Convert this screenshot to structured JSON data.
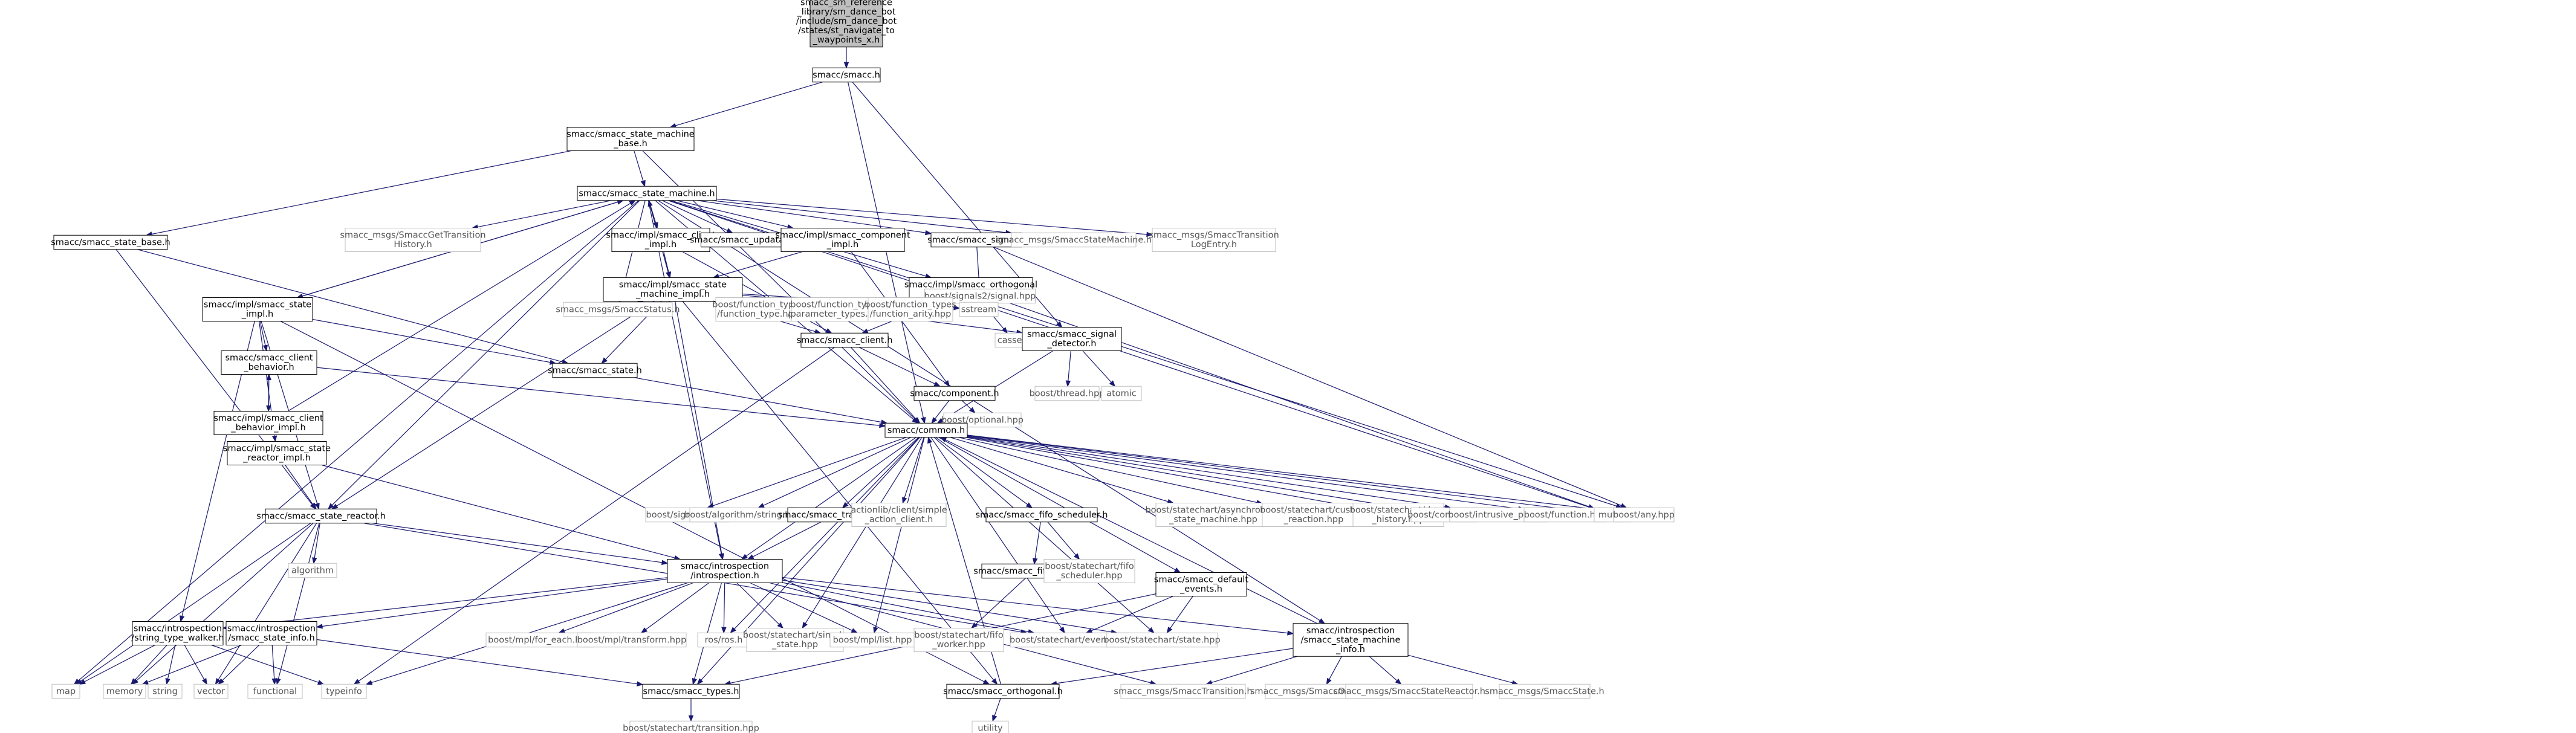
{
  "graph": {
    "title": "",
    "nodes": [
      {
        "id": "root",
        "kind": "root",
        "label": [
          "smacc_sm_reference",
          "_library/sm_dance_bot",
          "/include/sm_dance_bot",
          "/states/st_navigate_to",
          "_waypoints_x.h"
        ]
      },
      {
        "id": "smacc_h",
        "kind": "file",
        "label": [
          "smacc/smacc.h"
        ]
      },
      {
        "id": "sm_base",
        "kind": "file",
        "label": [
          "smacc/smacc_state_machine",
          "_base.h"
        ]
      },
      {
        "id": "sm",
        "kind": "file",
        "label": [
          "smacc/smacc_state_machine.h"
        ]
      },
      {
        "id": "state_base",
        "kind": "file",
        "label": [
          "smacc/smacc_state_base.h"
        ]
      },
      {
        "id": "msg_gettrans",
        "kind": "ext",
        "label": [
          "smacc_msgs/SmaccGetTransition",
          "History.h"
        ]
      },
      {
        "id": "client_impl",
        "kind": "file",
        "label": [
          "smacc/impl/smacc_client",
          "_impl.h"
        ]
      },
      {
        "id": "updatable",
        "kind": "file",
        "label": [
          "smacc/smacc_updatable.h"
        ]
      },
      {
        "id": "comp_impl",
        "kind": "file",
        "label": [
          "smacc/impl/smacc_component",
          "_impl.h"
        ]
      },
      {
        "id": "signal_h",
        "kind": "file",
        "label": [
          "smacc/smacc_signal.h"
        ]
      },
      {
        "id": "msg_statemachine",
        "kind": "ext",
        "label": [
          "smacc_msgs/SmaccStateMachine.h"
        ]
      },
      {
        "id": "msg_translog",
        "kind": "ext",
        "label": [
          "smacc_msgs/SmaccTransition",
          "LogEntry.h"
        ]
      },
      {
        "id": "sm_impl",
        "kind": "file",
        "label": [
          "smacc/impl/smacc_state",
          "_machine_impl.h"
        ]
      },
      {
        "id": "orth_impl",
        "kind": "file",
        "label": [
          "smacc/impl/smacc_orthogonal",
          "_impl.h"
        ]
      },
      {
        "id": "signals2_signal",
        "kind": "ext",
        "label": [
          "boost/signals2/signal.hpp"
        ]
      },
      {
        "id": "state_impl",
        "kind": "file",
        "label": [
          "smacc/impl/smacc_state",
          "_impl.h"
        ]
      },
      {
        "id": "msg_status",
        "kind": "ext",
        "label": [
          "smacc_msgs/SmaccStatus.h"
        ]
      },
      {
        "id": "ft_type",
        "kind": "ext",
        "label": [
          "boost/function_types",
          "/function_type.hpp"
        ]
      },
      {
        "id": "ft_param",
        "kind": "ext",
        "label": [
          "boost/function_types",
          "/parameter_types.hpp"
        ]
      },
      {
        "id": "ft_arity",
        "kind": "ext",
        "label": [
          "boost/function_types",
          "/function_arity.hpp"
        ]
      },
      {
        "id": "sstream",
        "kind": "ext",
        "label": [
          "sstream"
        ]
      },
      {
        "id": "cassert",
        "kind": "ext",
        "label": [
          "cassert"
        ]
      },
      {
        "id": "signal_detector",
        "kind": "file",
        "label": [
          "smacc/smacc_signal",
          "_detector.h"
        ]
      },
      {
        "id": "client_h",
        "kind": "file",
        "label": [
          "smacc/smacc_client.h"
        ]
      },
      {
        "id": "state_h",
        "kind": "file",
        "label": [
          "smacc/smacc_state.h"
        ]
      },
      {
        "id": "client_behavior",
        "kind": "file",
        "label": [
          "smacc/smacc_client",
          "_behavior.h"
        ]
      },
      {
        "id": "component_h",
        "kind": "file",
        "label": [
          "smacc/component.h"
        ]
      },
      {
        "id": "thread",
        "kind": "ext",
        "label": [
          "boost/thread.hpp"
        ]
      },
      {
        "id": "atomic",
        "kind": "ext",
        "label": [
          "atomic"
        ]
      },
      {
        "id": "optional",
        "kind": "ext",
        "label": [
          "boost/optional.hpp"
        ]
      },
      {
        "id": "cb_impl",
        "kind": "file",
        "label": [
          "smacc/impl/smacc_client",
          "_behavior_impl.h"
        ]
      },
      {
        "id": "reactor_impl",
        "kind": "file",
        "label": [
          "smacc/impl/smacc_state",
          "_reactor_impl.h"
        ]
      },
      {
        "id": "common",
        "kind": "file",
        "label": [
          "smacc/common.h"
        ]
      },
      {
        "id": "reactor",
        "kind": "file",
        "label": [
          "smacc/smacc_state_reactor.h"
        ]
      },
      {
        "id": "signals2",
        "kind": "ext",
        "label": [
          "boost/signals2.hpp"
        ]
      },
      {
        "id": "algostring",
        "kind": "ext",
        "label": [
          "boost/algorithm/string.hpp"
        ]
      },
      {
        "id": "transition_h",
        "kind": "file",
        "label": [
          "smacc/smacc_transition.h"
        ]
      },
      {
        "id": "simple_action",
        "kind": "ext",
        "label": [
          "actionlib/client/simple",
          "_action_client.h"
        ]
      },
      {
        "id": "fifo_sched",
        "kind": "file",
        "label": [
          "smacc/smacc_fifo_scheduler.h"
        ]
      },
      {
        "id": "async_sm",
        "kind": "ext",
        "label": [
          "boost/statechart/asynchronous",
          "_state_machine.hpp"
        ]
      },
      {
        "id": "custom_react",
        "kind": "ext",
        "label": [
          "boost/statechart/custom",
          "_reaction.hpp"
        ]
      },
      {
        "id": "deep_hist",
        "kind": "ext",
        "label": [
          "boost/statechart/deep",
          "_history.hpp"
        ]
      },
      {
        "id": "config",
        "kind": "ext",
        "label": [
          "boost/config.hpp"
        ]
      },
      {
        "id": "intrusive",
        "kind": "ext",
        "label": [
          "boost/intrusive_ptr.hpp"
        ]
      },
      {
        "id": "bfunction",
        "kind": "ext",
        "label": [
          "boost/function.hpp"
        ]
      },
      {
        "id": "mutex",
        "kind": "ext",
        "label": [
          "mutex"
        ]
      },
      {
        "id": "anyhpp",
        "kind": "ext",
        "label": [
          "boost/any.hpp"
        ]
      },
      {
        "id": "algorithm",
        "kind": "ext",
        "label": [
          "algorithm"
        ]
      },
      {
        "id": "introspection",
        "kind": "file",
        "label": [
          "smacc/introspection",
          "/introspection.h"
        ]
      },
      {
        "id": "fifo_worker",
        "kind": "file",
        "label": [
          "smacc/smacc_fifo_worker.h"
        ]
      },
      {
        "id": "fifo_sched_hpp",
        "kind": "ext",
        "label": [
          "boost/statechart/fifo",
          "_scheduler.hpp"
        ]
      },
      {
        "id": "default_events",
        "kind": "file",
        "label": [
          "smacc/smacc_default",
          "_events.h"
        ]
      },
      {
        "id": "walker",
        "kind": "file",
        "label": [
          "smacc/introspection",
          "/string_type_walker.h"
        ]
      },
      {
        "id": "state_info",
        "kind": "file",
        "label": [
          "smacc/introspection",
          "/smacc_state_info.h"
        ]
      },
      {
        "id": "for_each",
        "kind": "ext",
        "label": [
          "boost/mpl/for_each.hpp"
        ]
      },
      {
        "id": "mpl_transform",
        "kind": "ext",
        "label": [
          "boost/mpl/transform.hpp"
        ]
      },
      {
        "id": "rosros",
        "kind": "ext",
        "label": [
          "ros/ros.h"
        ]
      },
      {
        "id": "simple_state",
        "kind": "ext",
        "label": [
          "boost/statechart/simple",
          "_state.hpp"
        ]
      },
      {
        "id": "mpl_list",
        "kind": "ext",
        "label": [
          "boost/mpl/list.hpp"
        ]
      },
      {
        "id": "fifo_worker_hpp",
        "kind": "ext",
        "label": [
          "boost/statechart/fifo",
          "_worker.hpp"
        ]
      },
      {
        "id": "event_hpp",
        "kind": "ext",
        "label": [
          "boost/statechart/event.hpp"
        ]
      },
      {
        "id": "state_hpp",
        "kind": "ext",
        "label": [
          "boost/statechart/state.hpp"
        ]
      },
      {
        "id": "sm_info",
        "kind": "file",
        "label": [
          "smacc/introspection",
          "/smacc_state_machine",
          "_info.h"
        ]
      },
      {
        "id": "map",
        "kind": "ext",
        "label": [
          "map"
        ]
      },
      {
        "id": "memory",
        "kind": "ext",
        "label": [
          "memory"
        ]
      },
      {
        "id": "string",
        "kind": "ext",
        "label": [
          "string"
        ]
      },
      {
        "id": "vector",
        "kind": "ext",
        "label": [
          "vector"
        ]
      },
      {
        "id": "functional",
        "kind": "ext",
        "label": [
          "functional"
        ]
      },
      {
        "id": "typeinfo",
        "kind": "ext",
        "label": [
          "typeinfo"
        ]
      },
      {
        "id": "types_h",
        "kind": "file",
        "label": [
          "smacc/smacc_types.h"
        ]
      },
      {
        "id": "orthogonal_h",
        "kind": "file",
        "label": [
          "smacc/smacc_orthogonal.h"
        ]
      },
      {
        "id": "msg_transition",
        "kind": "ext",
        "label": [
          "smacc_msgs/SmaccTransition.h"
        ]
      },
      {
        "id": "msg_orthogonal",
        "kind": "ext",
        "label": [
          "smacc_msgs/SmaccOrthogonal.h"
        ]
      },
      {
        "id": "msg_reactor",
        "kind": "ext",
        "label": [
          "smacc_msgs/SmaccStateReactor.h"
        ]
      },
      {
        "id": "msg_state",
        "kind": "ext",
        "label": [
          "smacc_msgs/SmaccState.h"
        ]
      },
      {
        "id": "transition_hpp",
        "kind": "ext",
        "label": [
          "boost/statechart/transition.hpp"
        ]
      },
      {
        "id": "utility",
        "kind": "ext",
        "label": [
          "utility"
        ]
      }
    ],
    "edges": [
      [
        "root",
        "smacc_h"
      ],
      [
        "smacc_h",
        "sm_base"
      ],
      [
        "smacc_h",
        "common"
      ],
      [
        "smacc_h",
        "signal_detector"
      ],
      [
        "sm_base",
        "sm"
      ],
      [
        "sm_base",
        "state_base"
      ],
      [
        "sm_base",
        "common"
      ],
      [
        "sm",
        "msg_gettrans"
      ],
      [
        "sm",
        "client_impl"
      ],
      [
        "sm",
        "updatable"
      ],
      [
        "sm",
        "comp_impl"
      ],
      [
        "sm",
        "signal_h"
      ],
      [
        "sm",
        "msg_statemachine"
      ],
      [
        "sm",
        "msg_translog"
      ],
      [
        "sm",
        "orth_impl"
      ],
      [
        "sm",
        "state_impl"
      ],
      [
        "sm",
        "msg_status"
      ],
      [
        "sm",
        "common"
      ],
      [
        "sm",
        "introspection"
      ],
      [
        "sm",
        "sm_info"
      ],
      [
        "sm",
        "map"
      ],
      [
        "sm",
        "mutex"
      ],
      [
        "sm",
        "anyhpp"
      ],
      [
        "sm",
        "reactor"
      ],
      [
        "sm",
        "sm_impl"
      ],
      [
        "client_impl",
        "sm_impl"
      ],
      [
        "client_impl",
        "client_h"
      ],
      [
        "comp_impl",
        "sm_impl"
      ],
      [
        "comp_impl",
        "component_h"
      ],
      [
        "signal_h",
        "signals2_signal"
      ],
      [
        "signal_h",
        "anyhpp"
      ],
      [
        "orth_impl",
        "client_h"
      ],
      [
        "orth_impl",
        "cassert"
      ],
      [
        "orth_impl",
        "mutex"
      ],
      [
        "sm_impl",
        "sm"
      ],
      [
        "sm_impl",
        "msg_status"
      ],
      [
        "sm_impl",
        "ft_type"
      ],
      [
        "sm_impl",
        "ft_param"
      ],
      [
        "sm_impl",
        "ft_arity"
      ],
      [
        "sm_impl",
        "sstream"
      ],
      [
        "sm_impl",
        "client_h"
      ],
      [
        "sm_impl",
        "state_h"
      ],
      [
        "sm_impl",
        "signal_detector"
      ],
      [
        "sm_impl",
        "introspection"
      ],
      [
        "sm_impl",
        "orthogonal_h"
      ],
      [
        "sm_impl",
        "reactor"
      ],
      [
        "state_impl",
        "sm"
      ],
      [
        "state_impl",
        "state_h"
      ],
      [
        "state_impl",
        "client_behavior"
      ],
      [
        "state_impl",
        "reactor_impl"
      ],
      [
        "state_impl",
        "reactor"
      ],
      [
        "state_impl",
        "walker"
      ],
      [
        "state_impl",
        "orthogonal_h"
      ],
      [
        "state_base",
        "state_h"
      ],
      [
        "state_base",
        "reactor"
      ],
      [
        "signal_detector",
        "common"
      ],
      [
        "signal_detector",
        "thread"
      ],
      [
        "signal_detector",
        "atomic"
      ],
      [
        "client_h",
        "common"
      ],
      [
        "client_h",
        "component_h"
      ],
      [
        "client_h",
        "typeinfo"
      ],
      [
        "state_h",
        "common"
      ],
      [
        "client_behavior",
        "common"
      ],
      [
        "client_behavior",
        "cb_impl"
      ],
      [
        "cb_impl",
        "client_behavior"
      ],
      [
        "cb_impl",
        "sm"
      ],
      [
        "component_h",
        "common"
      ],
      [
        "component_h",
        "optional"
      ],
      [
        "reactor_impl",
        "reactor"
      ],
      [
        "reactor_impl",
        "introspection"
      ],
      [
        "common",
        "signals2"
      ],
      [
        "common",
        "algostring"
      ],
      [
        "common",
        "transition_h"
      ],
      [
        "common",
        "simple_action"
      ],
      [
        "common",
        "fifo_sched"
      ],
      [
        "common",
        "default_events"
      ],
      [
        "common",
        "async_sm"
      ],
      [
        "common",
        "custom_react"
      ],
      [
        "common",
        "deep_hist"
      ],
      [
        "common",
        "config"
      ],
      [
        "common",
        "intrusive"
      ],
      [
        "common",
        "bfunction"
      ],
      [
        "common",
        "mutex"
      ],
      [
        "common",
        "anyhpp"
      ],
      [
        "common",
        "introspection"
      ],
      [
        "common",
        "rosros"
      ],
      [
        "common",
        "simple_state"
      ],
      [
        "common",
        "mpl_list"
      ],
      [
        "common",
        "event_hpp"
      ],
      [
        "common",
        "state_hpp"
      ],
      [
        "common",
        "types_h"
      ],
      [
        "transition_h",
        "introspection"
      ],
      [
        "fifo_sched",
        "fifo_worker"
      ],
      [
        "fifo_sched",
        "fifo_sched_hpp"
      ],
      [
        "fifo_worker",
        "fifo_worker_hpp"
      ],
      [
        "default_events",
        "event_hpp"
      ],
      [
        "default_events",
        "state_hpp"
      ],
      [
        "default_events",
        "types_h"
      ],
      [
        "reactor",
        "algorithm"
      ],
      [
        "reactor",
        "map"
      ],
      [
        "reactor",
        "memory"
      ],
      [
        "reactor",
        "vector"
      ],
      [
        "reactor",
        "functional"
      ],
      [
        "reactor",
        "introspection"
      ],
      [
        "reactor",
        "event_hpp"
      ],
      [
        "introspection",
        "walker"
      ],
      [
        "introspection",
        "state_info"
      ],
      [
        "introspection",
        "for_each"
      ],
      [
        "introspection",
        "mpl_transform"
      ],
      [
        "introspection",
        "rosros"
      ],
      [
        "introspection",
        "simple_state"
      ],
      [
        "introspection",
        "mpl_list"
      ],
      [
        "introspection",
        "event_hpp"
      ],
      [
        "introspection",
        "state_hpp"
      ],
      [
        "introspection",
        "sm_info"
      ],
      [
        "introspection",
        "typeinfo"
      ],
      [
        "introspection",
        "types_h"
      ],
      [
        "introspection",
        "msg_transition"
      ],
      [
        "walker",
        "map"
      ],
      [
        "walker",
        "memory"
      ],
      [
        "walker",
        "string"
      ],
      [
        "walker",
        "vector"
      ],
      [
        "walker",
        "typeinfo"
      ],
      [
        "state_info",
        "memory"
      ],
      [
        "state_info",
        "vector"
      ],
      [
        "state_info",
        "functional"
      ],
      [
        "state_info",
        "types_h"
      ],
      [
        "sm_info",
        "common"
      ],
      [
        "sm_info",
        "orthogonal_h"
      ],
      [
        "sm_info",
        "msg_transition"
      ],
      [
        "sm_info",
        "msg_orthogonal"
      ],
      [
        "sm_info",
        "msg_reactor"
      ],
      [
        "sm_info",
        "msg_state"
      ],
      [
        "types_h",
        "transition_hpp"
      ],
      [
        "orthogonal_h",
        "common"
      ],
      [
        "orthogonal_h",
        "utility"
      ]
    ]
  }
}
